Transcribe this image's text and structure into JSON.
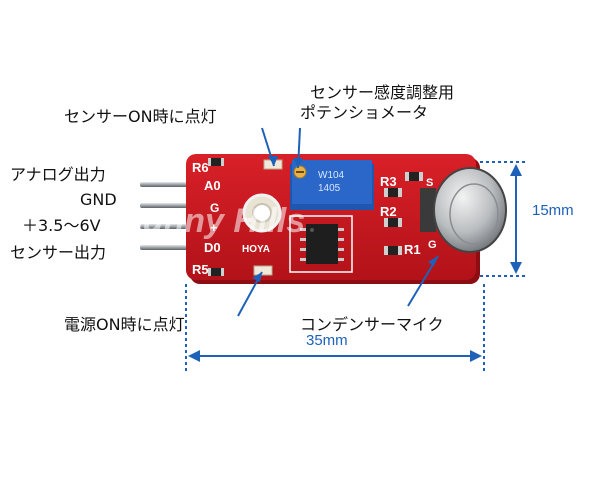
{
  "labels": {
    "sensor_led": "センサーON時に点灯",
    "sensitivity_line1": "センサー感度調整用",
    "sensitivity_line2": "ポテンショメータ",
    "analog_out": "アナログ出力",
    "gnd": "GND",
    "vcc": "＋3.5～6V",
    "sensor_out": "センサー出力",
    "power_led": "電源ON時に点灯",
    "condenser_mic": "コンデンサーマイク",
    "width_dim": "35mm",
    "height_dim": "15mm"
  },
  "board_silkscreen": {
    "r6": "R6",
    "r5": "R5",
    "r3": "R3",
    "r2": "R2",
    "r1": "R1",
    "a0": "A0",
    "d0": "D0",
    "g": "G",
    "plus": "+",
    "pot_text_1": "W104",
    "pot_text_2": "1405",
    "brand": "HOYA",
    "mic_s": "S",
    "mic_g": "G"
  },
  "watermark": "Sunny Hills",
  "colors": {
    "pcb": "#c8161d",
    "pcb_dark": "#8e0d12",
    "dimension": "#1d62b8",
    "potentiometer": "#2a67c9",
    "pins": "#9ea3a8"
  }
}
